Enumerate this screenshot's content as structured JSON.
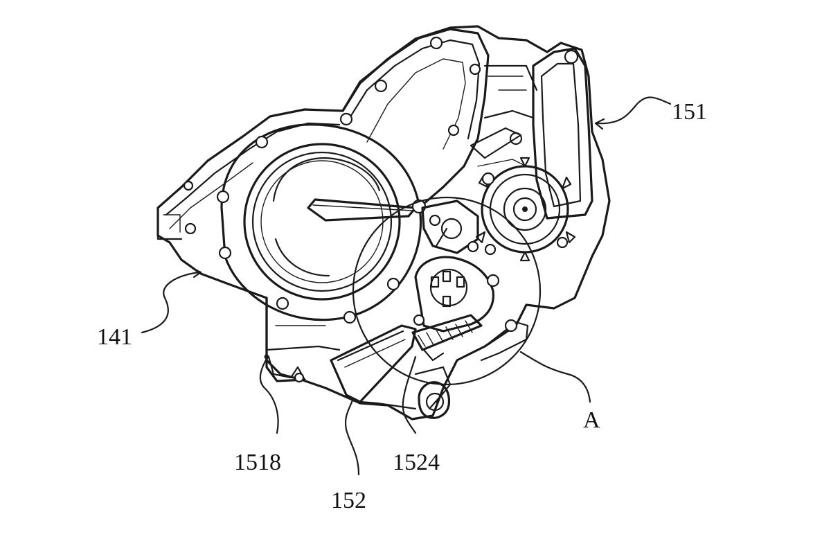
{
  "figure": {
    "labels": {
      "ref_151": "151",
      "ref_141": "141",
      "ref_1518": "1518",
      "ref_152": "152",
      "ref_1524": "1524",
      "ref_A": "A"
    }
  },
  "colors": {
    "background": "#ffffff",
    "line": "#1a1a1a"
  }
}
